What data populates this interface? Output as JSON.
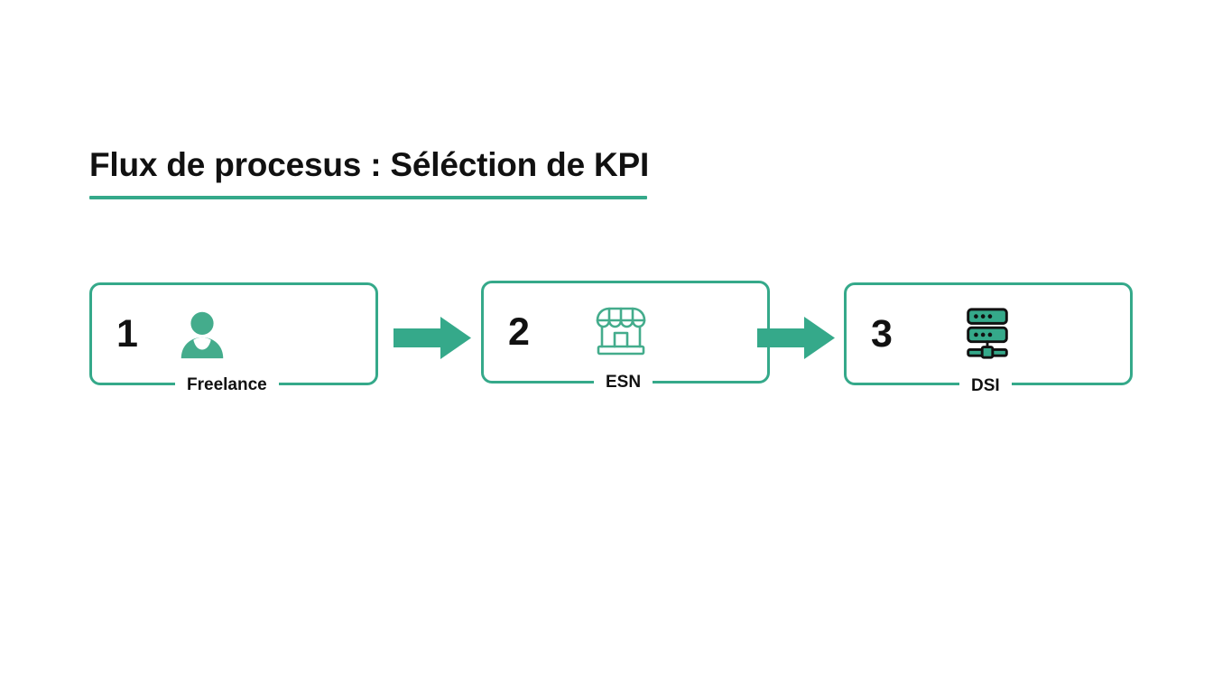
{
  "page": {
    "title": "Flux de procesus : Séléction de KPI",
    "accent_color": "#35a98a",
    "text_color": "#111111",
    "background_color": "#ffffff"
  },
  "flow": {
    "steps": [
      {
        "number": "1",
        "label": "Freelance",
        "icon": "user-icon"
      },
      {
        "number": "2",
        "label": "ESN",
        "icon": "storefront-icon"
      },
      {
        "number": "3",
        "label": "DSI",
        "icon": "server-rack-icon"
      }
    ],
    "arrows": [
      {
        "name": "arrow-right-icon",
        "direction": "right"
      },
      {
        "name": "arrow-right-icon",
        "direction": "right"
      }
    ]
  }
}
